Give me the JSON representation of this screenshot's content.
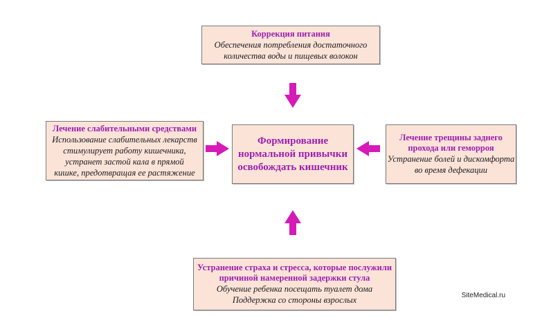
{
  "colors": {
    "box_fill": "#fbe3d8",
    "title_text": "#9b1fb0",
    "arrow": "#d61ab8"
  },
  "top_box": {
    "title": "Коррекция питания",
    "lines": [
      "Обеспечения потребления достаточного",
      "количества воды и пищевых волокон"
    ]
  },
  "left_box": {
    "title": "Лечение слабительными средствами",
    "lines": [
      "Использование слабительных лекарств",
      "стимулирует работу кишечника,",
      "устранет застой кала в прямой",
      "кишке, предотвращая ее растяжение"
    ]
  },
  "center_box": {
    "lines": [
      "Формирование",
      "нормальной привычки",
      "освобождать кишечник"
    ]
  },
  "right_box": {
    "title_lines": [
      "Лечение трещины заднего",
      "прохода или геморроя"
    ],
    "lines": [
      "Устранение болей и дискомфорта",
      "во время дефекации"
    ]
  },
  "bottom_box": {
    "title_lines": [
      "Устранение страха и стресса, которые послужили",
      "причиной намеренной задержки стула"
    ],
    "lines": [
      "Обучение ребенка посещать туалет дома",
      "Поддержка со стороны взрослых"
    ]
  },
  "watermark": "SiteMedical.ru"
}
